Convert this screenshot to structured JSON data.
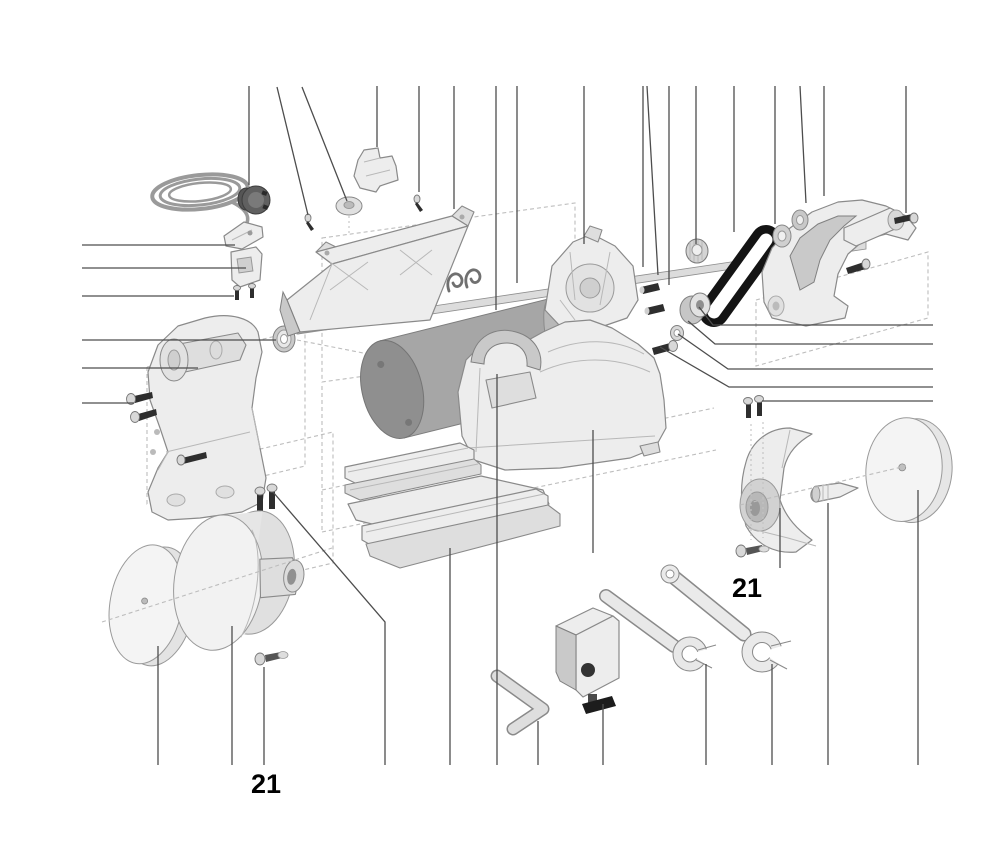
{
  "diagram": {
    "type": "exploded-parts-diagram",
    "labels": {
      "left": {
        "text": "21"
      },
      "right": {
        "text": "21"
      }
    },
    "colors": {
      "background": "#ffffff",
      "outline": "#8a8a8a",
      "leader": "#4d4d4d",
      "dashed": "#bdbdbd",
      "part_light": "#f0f0f0",
      "part_mid": "#e0e0e0",
      "part_dark": "#a8a8a8",
      "motor": "#9e9e9e",
      "belt": "#141414",
      "hardware_dark": "#2e2e2e",
      "label": "#000000"
    },
    "parts": [
      {
        "name": "power-cord"
      },
      {
        "name": "power-plug"
      },
      {
        "name": "switch-lever"
      },
      {
        "name": "switch-body"
      },
      {
        "name": "switch-screws"
      },
      {
        "name": "left-bracket-arm"
      },
      {
        "name": "shaft-bearing"
      },
      {
        "name": "bracket-screws"
      },
      {
        "name": "base-screws-21"
      },
      {
        "name": "top-cover"
      },
      {
        "name": "spark-guard-bracket"
      },
      {
        "name": "grommet"
      },
      {
        "name": "cover-screws"
      },
      {
        "name": "motor"
      },
      {
        "name": "motor-clamp"
      },
      {
        "name": "drive-shaft"
      },
      {
        "name": "wire-clip"
      },
      {
        "name": "upper-housing"
      },
      {
        "name": "lower-housing"
      },
      {
        "name": "knurled-nut"
      },
      {
        "name": "drive-belt"
      },
      {
        "name": "motor-pulley"
      },
      {
        "name": "shaft-washer"
      },
      {
        "name": "grub-screws"
      },
      {
        "name": "pulley-bolt"
      },
      {
        "name": "housing-screws"
      },
      {
        "name": "right-bracket-arm"
      },
      {
        "name": "spindle"
      },
      {
        "name": "spindle-bolt"
      },
      {
        "name": "base-rail-outer"
      },
      {
        "name": "base-rail-inner"
      },
      {
        "name": "polishing-disc"
      },
      {
        "name": "drum-wheel"
      },
      {
        "name": "hub-screw"
      },
      {
        "name": "flange-screw-21"
      },
      {
        "name": "wheel-guard"
      },
      {
        "name": "taper-cone"
      },
      {
        "name": "right-wheel"
      },
      {
        "name": "hex-key"
      },
      {
        "name": "clamp-tool"
      },
      {
        "name": "open-end-wrench-small"
      },
      {
        "name": "open-end-wrench-large"
      }
    ]
  }
}
